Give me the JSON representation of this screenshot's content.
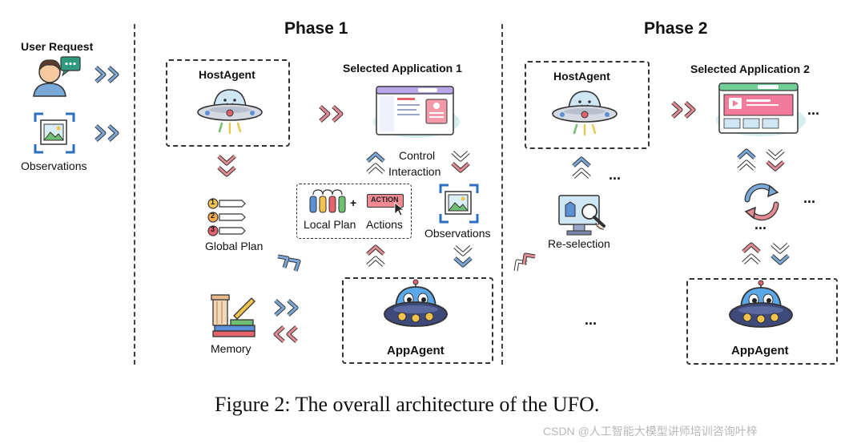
{
  "phase1_title": "Phase 1",
  "phase2_title": "Phase 2",
  "user_request": "User Request",
  "observations_left": "Observations",
  "host_agent_1": "HostAgent",
  "host_agent_2": "HostAgent",
  "selected_app_1": "Selected Application 1",
  "selected_app_2": "Selected Application 2",
  "global_plan": "Global Plan",
  "memory": "Memory",
  "control_line1": "Control",
  "control_line2": "Interaction",
  "local_plan": "Local Plan",
  "plus": "+",
  "actions": "Actions",
  "action_badge": "ACTION",
  "observations_mid": "Observations",
  "app_agent_1": "AppAgent",
  "app_agent_2": "AppAgent",
  "reselection": "Re-selection",
  "ellipsis": "...",
  "caption": "Figure 2: The overall architecture of the UFO.",
  "watermark": "CSDN @人工智能大模型讲师培训咨询叶梓",
  "plan_numbers": [
    "1",
    "2",
    "3"
  ],
  "colors": {
    "blue_arrow": "#7aa8d8",
    "red_arrow": "#e48a92",
    "dash": "#333333"
  }
}
